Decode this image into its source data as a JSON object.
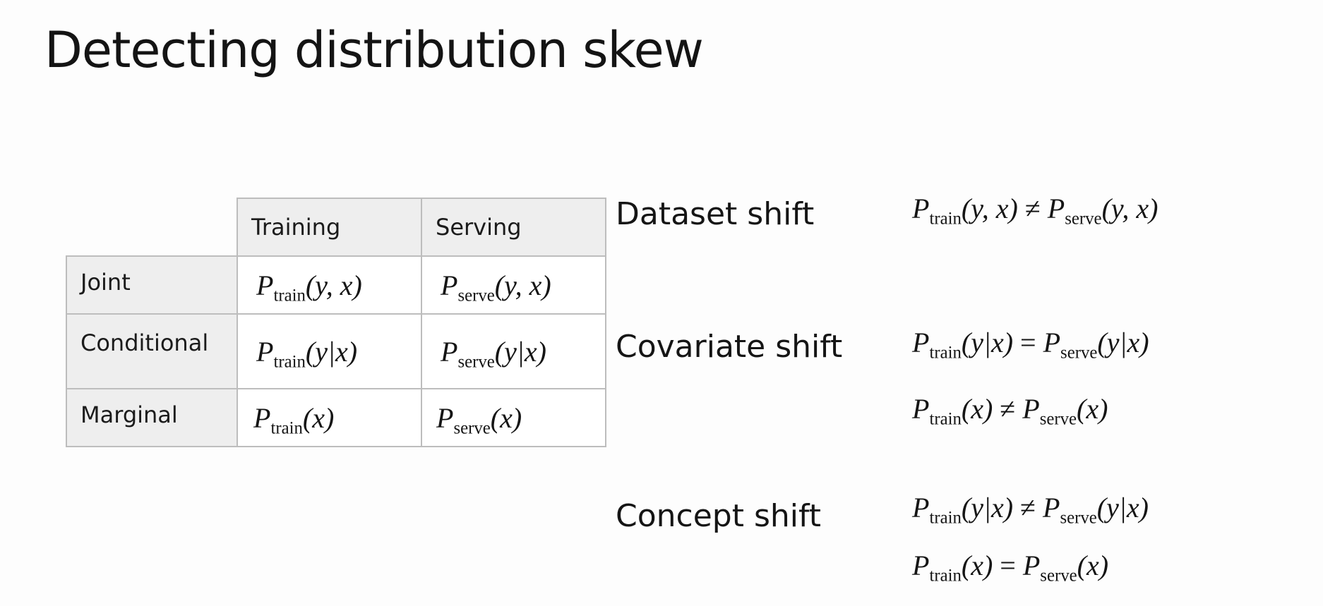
{
  "title": "Detecting distribution skew",
  "table": {
    "columns": [
      "Training",
      "Serving"
    ],
    "rows": [
      {
        "label": "Joint",
        "train": {
          "sub": "train",
          "args": "(y, x)"
        },
        "serve": {
          "sub": "serve",
          "args": "(y, x)"
        }
      },
      {
        "label": "Conditional",
        "train": {
          "sub": "train",
          "args": "(y|x)"
        },
        "serve": {
          "sub": "serve",
          "args": "(y|x)"
        }
      },
      {
        "label": "Marginal",
        "train": {
          "sub": "train",
          "args": "(x)"
        },
        "serve": {
          "sub": "serve",
          "args": "(x)"
        }
      }
    ]
  },
  "shifts": {
    "dataset": {
      "label": "Dataset shift",
      "formula1": {
        "lhs_args": "(y, x)",
        "op": "≠",
        "rhs_args": "(y, x)"
      }
    },
    "covariate": {
      "label": "Covariate shift",
      "formula1": {
        "lhs_args": "(y|x)",
        "op": "=",
        "rhs_args": "(y|x)"
      },
      "formula2": {
        "lhs_args": "(x)",
        "op": "≠",
        "rhs_args": "(x)"
      }
    },
    "concept": {
      "label": "Concept shift",
      "formula1": {
        "lhs_args": "(y|x)",
        "op": "≠",
        "rhs_args": "(y|x)"
      },
      "formula2": {
        "lhs_args": "(x)",
        "op": "=",
        "rhs_args": "(x)"
      }
    }
  },
  "symbols": {
    "P": "P",
    "train": "train",
    "serve": "serve"
  }
}
